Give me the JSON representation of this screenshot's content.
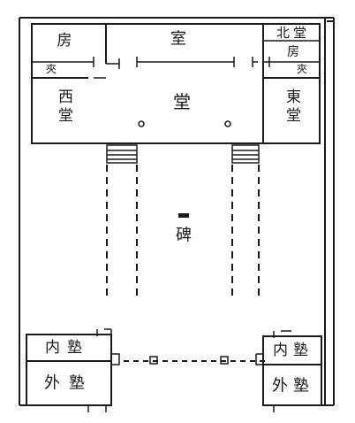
{
  "labels": {
    "shi": "室",
    "tang": "堂",
    "fang_west": "房",
    "jia_west": "夾",
    "xitang": "西堂",
    "beitang": "北堂",
    "fang_east": "房",
    "jia_east": "夾",
    "dongtang": "東堂",
    "bei": "碑",
    "neishu_left": "内塾",
    "waishu_left": "外塾",
    "neishu_right": "内塾",
    "waishu_right": "外塾"
  }
}
